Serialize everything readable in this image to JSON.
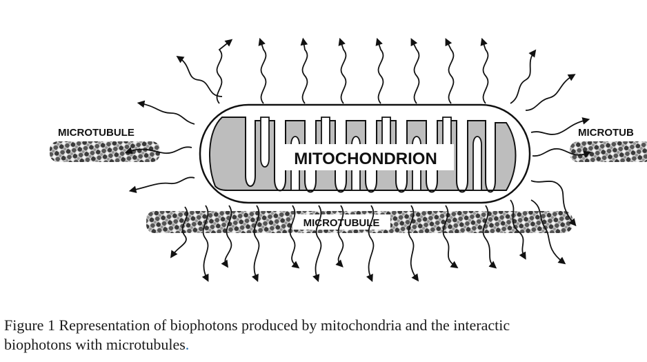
{
  "figure": {
    "labels": {
      "microtubule_left": "MICROTUBULE",
      "microtubule_right": "MICROTUB",
      "microtubule_bottom": "MICROTUBULE",
      "mitochondrion": "MITOCHONDRION"
    },
    "colors": {
      "ink": "#111111",
      "cristae_fill": "#bdbdbd",
      "microtubule_dark": "#3a3a3a",
      "microtubule_light": "#d8d8d8",
      "caption_accent": "#1f6fb5"
    }
  },
  "caption": {
    "line1": "Figure 1 Representation of biophotons produced by mitochondria and the interactic",
    "line2": "biophotons with microtubules",
    "line2_end": "."
  }
}
